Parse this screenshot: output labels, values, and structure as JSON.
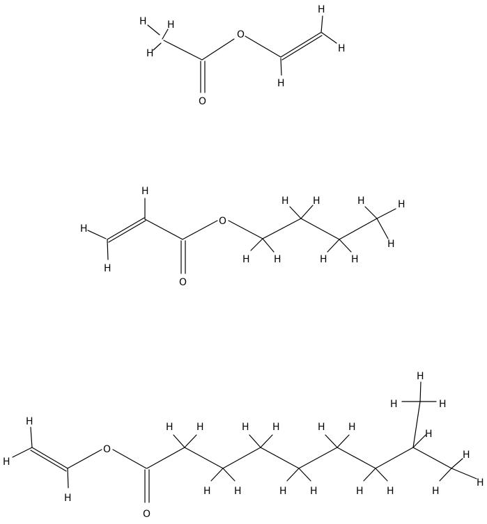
{
  "colors": {
    "background": "#ffffff",
    "bond": "#000000",
    "atom_label": "#000000"
  },
  "molecules": [
    {
      "id": "vinyl-acetate",
      "atom_labels": {
        "o_ether": "O",
        "o_carbonyl": "O",
        "h": "H"
      }
    },
    {
      "id": "butyl-acrylate",
      "atom_labels": {
        "o_ether": "O",
        "o_carbonyl": "O",
        "h": "H"
      }
    },
    {
      "id": "vinyl-isodecanoate",
      "atom_labels": {
        "o_ether": "O",
        "o_carbonyl": "O",
        "h": "H"
      }
    }
  ]
}
